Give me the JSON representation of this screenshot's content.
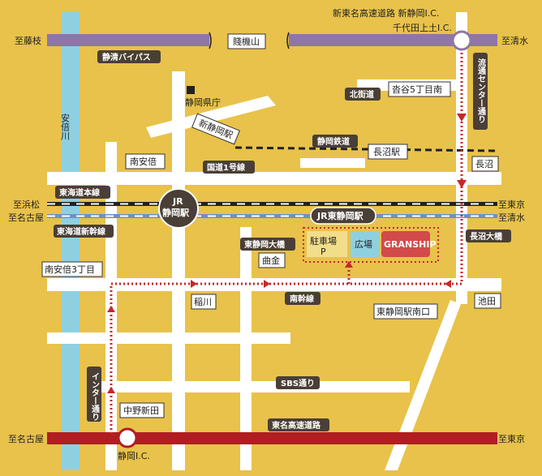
{
  "colors": {
    "background": "#e8c24a",
    "road": "#ffffff",
    "river": "#8fd0e0",
    "bypass": "#8e76a8",
    "expressway": "#b01e22",
    "route_dots": "#c62828",
    "label_bg": "#4a3f36",
    "shinkansen": "#6f8fc8",
    "granship": "#d24a4a",
    "plaza": "#8fd0e0"
  },
  "labels": {
    "shin_tomei": "新東名高速道路 新静岡I.C.",
    "chiyoda": "千代田上土I.C.",
    "to_fujieda": "至藤枝",
    "to_shimizu_top": "至清水",
    "shizuhata": "賤機山",
    "seishin_bypass": "静清バイパス",
    "abekawa": "安倍川",
    "kencho": "静岡県庁",
    "kita_kaido": "北街道",
    "sakura5": "沓谷5丁目南",
    "shin_shizuoka": "新静岡駅",
    "shizuoka_tetsudo": "静岡鉄道",
    "naganuma_st": "長沼駅",
    "naganuma": "長沼",
    "minami_abe": "南安倍",
    "kokudo1": "国道1号線",
    "tokaido_line": "東海道本線",
    "to_hamamatsu": "至浜松",
    "to_nagoya_mid": "至名古屋",
    "jr_shizuoka_1": "JR",
    "jr_shizuoka_2": "静岡駅",
    "jr_higashi": "JR東静岡駅",
    "to_tokyo_mid": "至東京",
    "to_shimizu_mid": "至清水",
    "shinkansen": "東海道新幹線",
    "higashi_ohashi": "東静岡大橋",
    "parking": "駐車場",
    "parking_p": "P",
    "hiroba": "広場",
    "granship": "GRANSHIP",
    "naganuma_ohashi": "長沼大橋",
    "minami_abe3": "南安倍3丁目",
    "magarikane": "曲金",
    "inagawa": "稲川",
    "minami_kansen": "南幹線",
    "higashi_minamiguchi": "東静岡駅南口",
    "ikeda": "池田",
    "ryutsu_center": "流通センター通り",
    "interchange_st": "インター通り",
    "sbs_dori": "SBS通り",
    "nakano_shinden": "中野新田",
    "tomei": "東名高速道路",
    "to_nagoya_bottom": "至名古屋",
    "to_tokyo_bottom": "至東京",
    "shizuoka_ic": "静岡I.C."
  }
}
